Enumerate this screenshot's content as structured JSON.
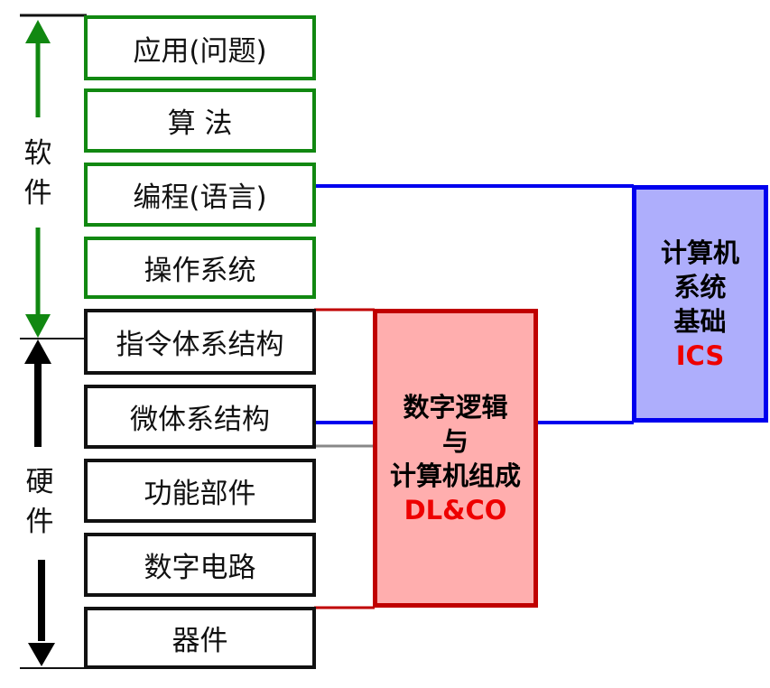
{
  "software_layers": [
    {
      "label": "应用(问题)"
    },
    {
      "label": "算 法"
    },
    {
      "label": "编程(语言)"
    },
    {
      "label": "操作系统"
    }
  ],
  "hardware_layers": [
    {
      "label": "指令体系结构"
    },
    {
      "label": "微体系结构"
    },
    {
      "label": "功能部件"
    },
    {
      "label": "数字电路"
    },
    {
      "label": "器件"
    }
  ],
  "side_labels": {
    "software": [
      "软",
      "件"
    ],
    "hardware": [
      "硬",
      "件"
    ]
  },
  "courses": {
    "dlco": {
      "lines": [
        "数字逻辑",
        "与",
        "计算机组成"
      ],
      "abbr": "DL&CO"
    },
    "ics": {
      "lines": [
        "计算机",
        "系统",
        "基础"
      ],
      "abbr": "ICS"
    }
  },
  "colors": {
    "software_border": "#118811",
    "hardware_border": "#111111",
    "dlco_fill": "#ffaeae",
    "dlco_border": "#c00000",
    "ics_fill": "#aeaefc",
    "ics_border": "#0000ee",
    "abbr_text": "#ee0000"
  }
}
